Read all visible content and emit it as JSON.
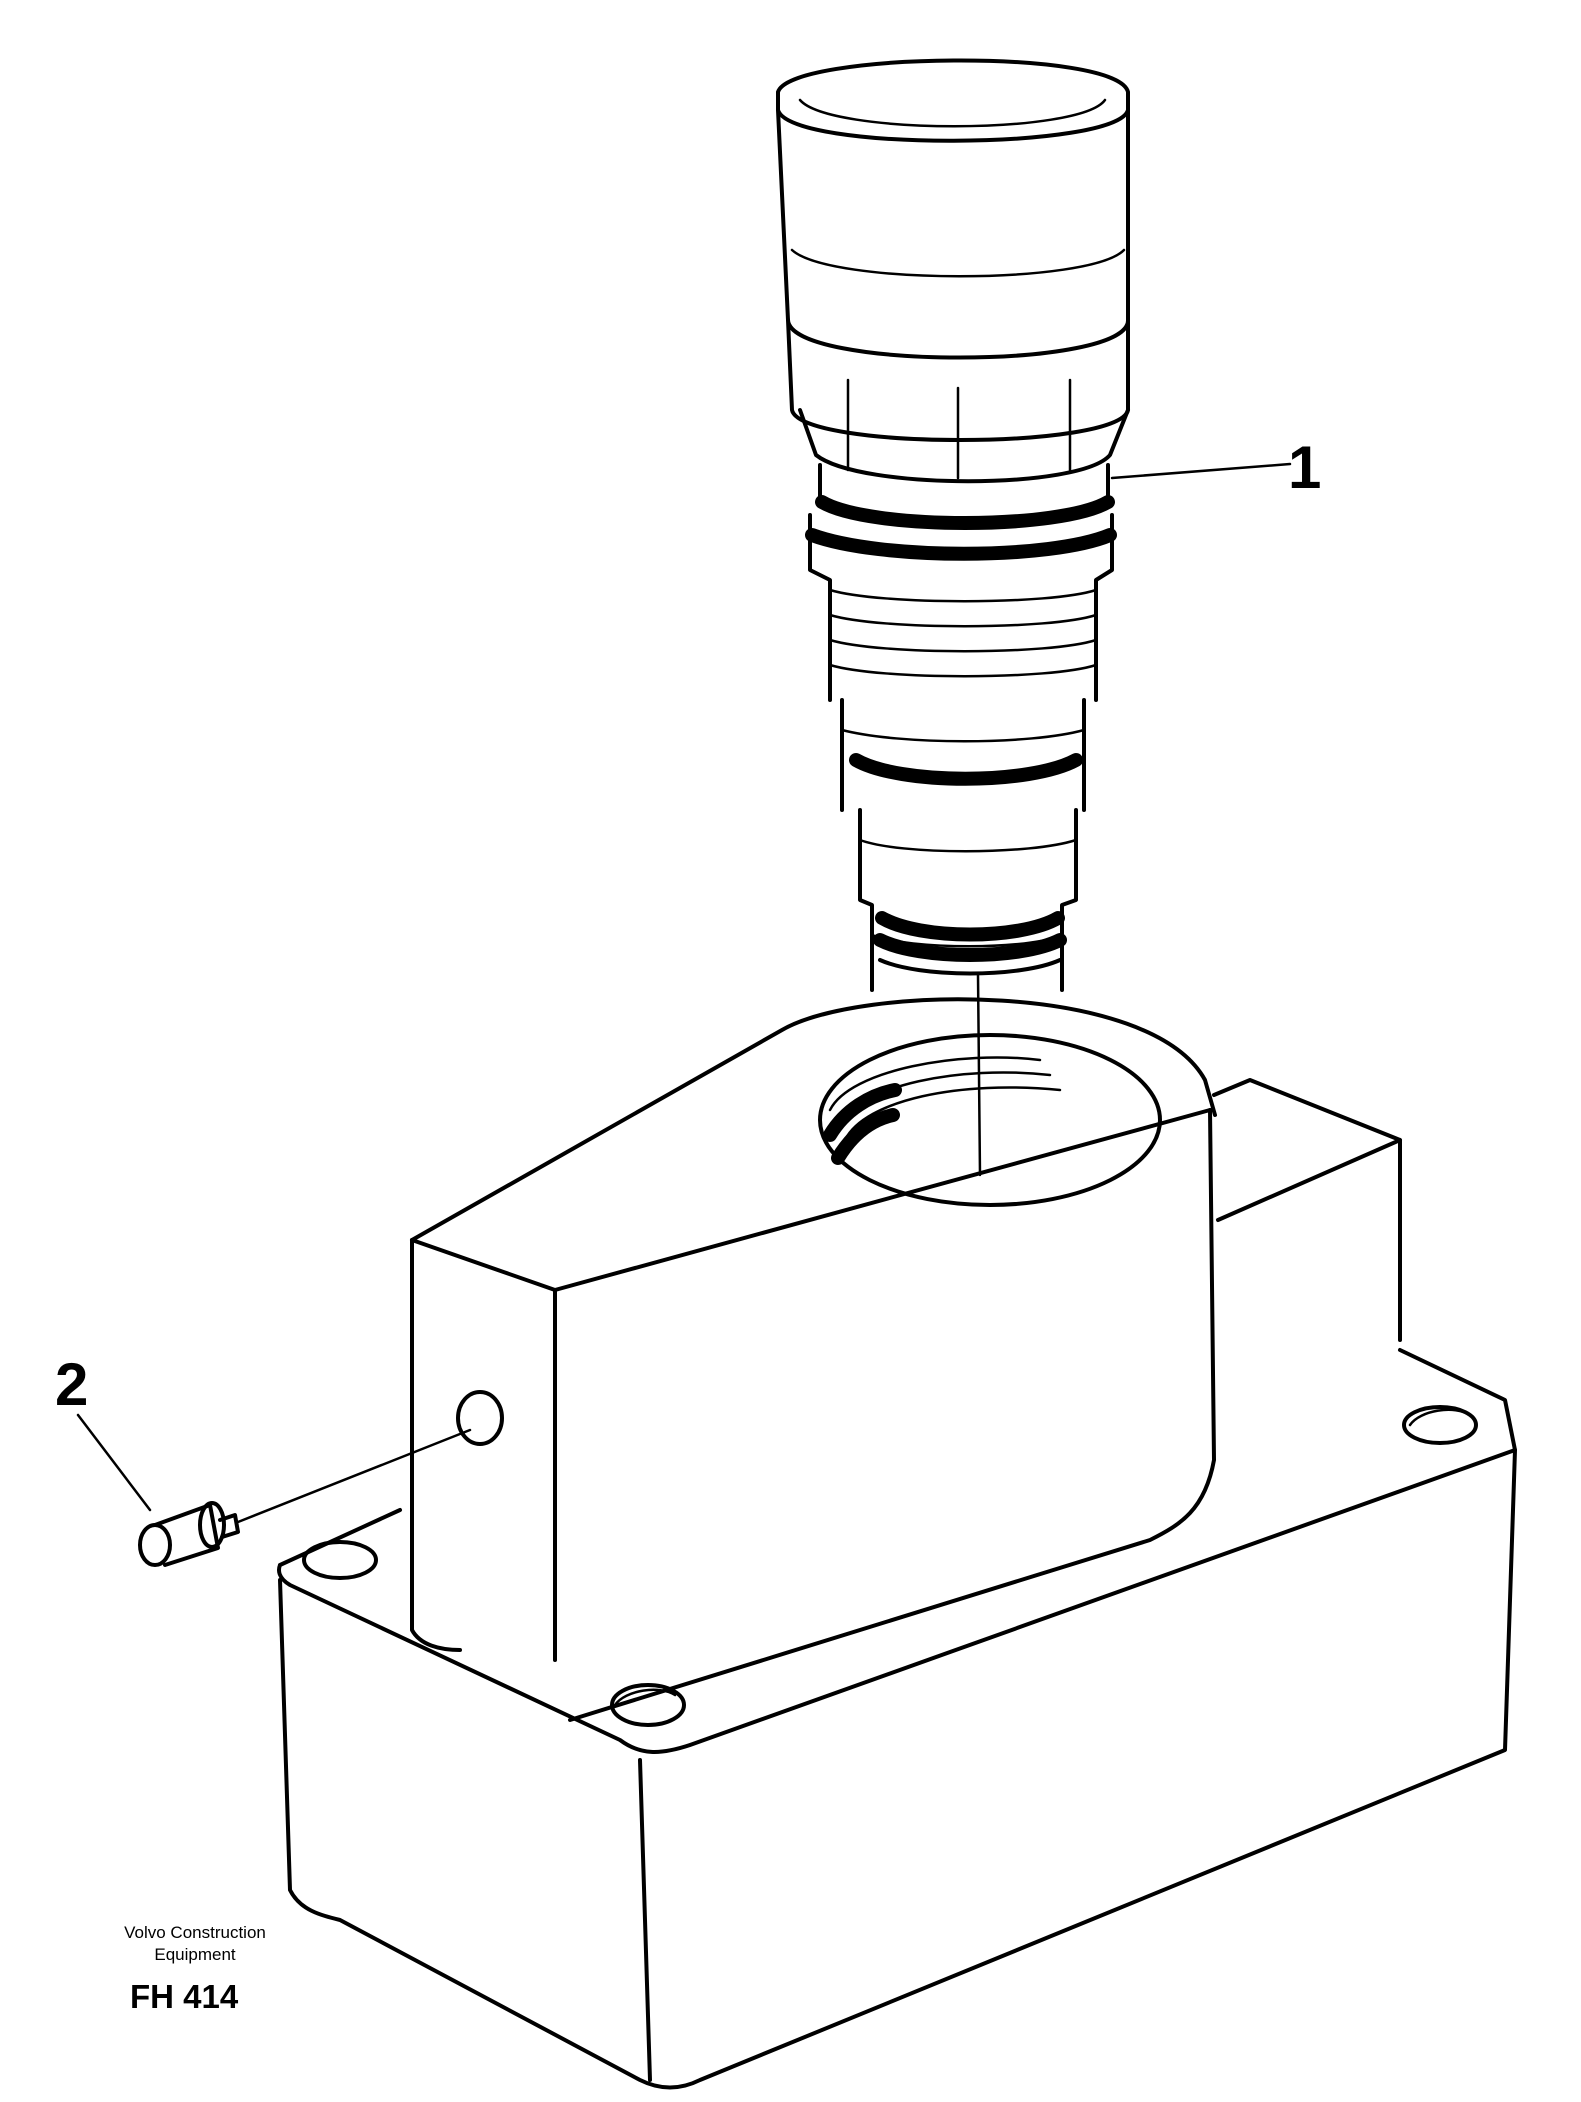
{
  "callouts": [
    {
      "number": "1",
      "part": "relief-valve-cartridge"
    },
    {
      "number": "2",
      "part": "plug"
    }
  ],
  "credit": {
    "line1": "Volvo Construction",
    "line2": "Equipment"
  },
  "figure_code": "FH 414"
}
